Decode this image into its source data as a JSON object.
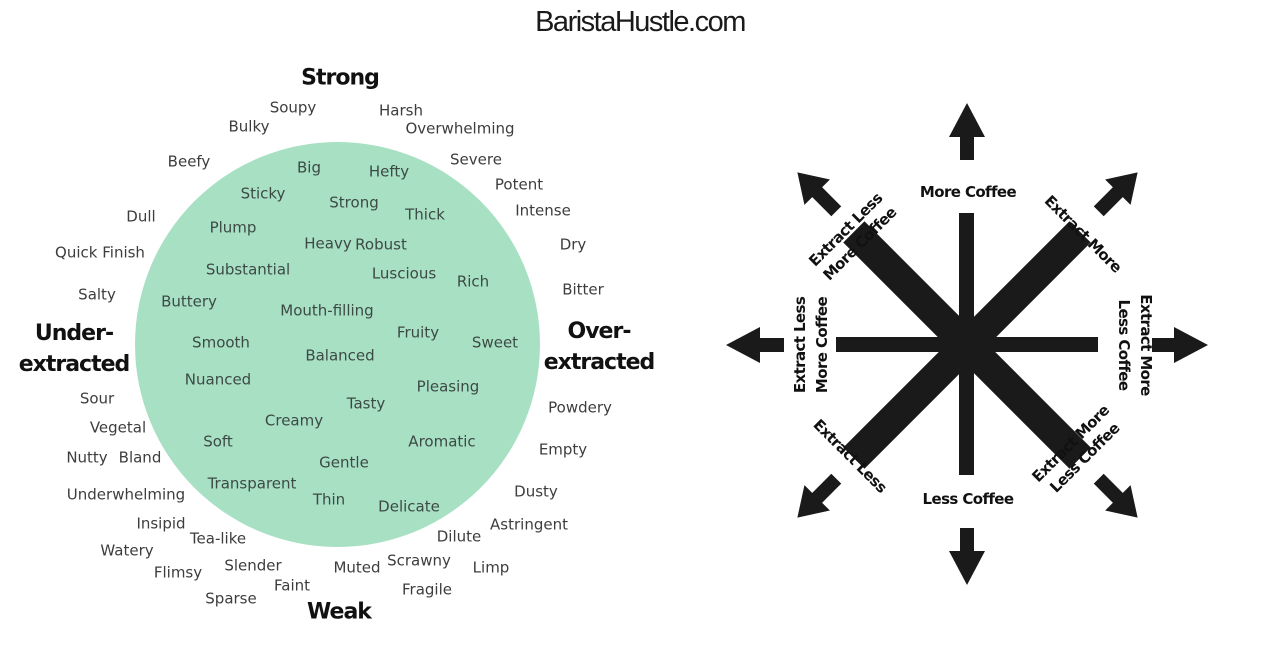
{
  "site_title": "BaristaHustle.com",
  "headings": {
    "strong": "Strong",
    "weak": "Weak",
    "under_1": "Under-",
    "under_2": "extracted",
    "over_1": "Over-",
    "over_2": "extracted"
  },
  "colors": {
    "circle": "#a8e0c4",
    "arrows": "#1a1a1a"
  },
  "inner_words": [
    {
      "id": "big",
      "text": "Big"
    },
    {
      "id": "hefty",
      "text": "Hefty"
    },
    {
      "id": "sticky",
      "text": "Sticky"
    },
    {
      "id": "strong",
      "text": "Strong"
    },
    {
      "id": "thick",
      "text": "Thick"
    },
    {
      "id": "plump",
      "text": "Plump"
    },
    {
      "id": "heavy",
      "text": "Heavy"
    },
    {
      "id": "robust",
      "text": "Robust"
    },
    {
      "id": "substantial",
      "text": "Substantial"
    },
    {
      "id": "luscious",
      "text": "Luscious"
    },
    {
      "id": "rich",
      "text": "Rich"
    },
    {
      "id": "buttery",
      "text": "Buttery"
    },
    {
      "id": "mouth-filling",
      "text": "Mouth-filling"
    },
    {
      "id": "fruity",
      "text": "Fruity"
    },
    {
      "id": "smooth",
      "text": "Smooth"
    },
    {
      "id": "sweet",
      "text": "Sweet"
    },
    {
      "id": "balanced",
      "text": "Balanced"
    },
    {
      "id": "nuanced",
      "text": "Nuanced"
    },
    {
      "id": "pleasing",
      "text": "Pleasing"
    },
    {
      "id": "tasty",
      "text": "Tasty"
    },
    {
      "id": "creamy",
      "text": "Creamy"
    },
    {
      "id": "soft",
      "text": "Soft"
    },
    {
      "id": "aromatic",
      "text": "Aromatic"
    },
    {
      "id": "gentle",
      "text": "Gentle"
    },
    {
      "id": "transparent",
      "text": "Transparent"
    },
    {
      "id": "thin",
      "text": "Thin"
    },
    {
      "id": "delicate",
      "text": "Delicate"
    }
  ],
  "outer_words": [
    {
      "id": "soupy",
      "text": "Soupy"
    },
    {
      "id": "harsh",
      "text": "Harsh"
    },
    {
      "id": "bulky",
      "text": "Bulky"
    },
    {
      "id": "overwhelming",
      "text": "Overwhelming"
    },
    {
      "id": "beefy",
      "text": "Beefy"
    },
    {
      "id": "severe",
      "text": "Severe"
    },
    {
      "id": "potent",
      "text": "Potent"
    },
    {
      "id": "intense",
      "text": "Intense"
    },
    {
      "id": "dull",
      "text": "Dull"
    },
    {
      "id": "dry",
      "text": "Dry"
    },
    {
      "id": "quick-finish",
      "text": "Quick Finish"
    },
    {
      "id": "bitter",
      "text": "Bitter"
    },
    {
      "id": "salty",
      "text": "Salty"
    },
    {
      "id": "sour",
      "text": "Sour"
    },
    {
      "id": "powdery",
      "text": "Powdery"
    },
    {
      "id": "vegetal",
      "text": "Vegetal"
    },
    {
      "id": "nutty",
      "text": "Nutty"
    },
    {
      "id": "bland",
      "text": "Bland"
    },
    {
      "id": "empty",
      "text": "Empty"
    },
    {
      "id": "underwhelming",
      "text": "Underwhelming"
    },
    {
      "id": "dusty",
      "text": "Dusty"
    },
    {
      "id": "insipid",
      "text": "Insipid"
    },
    {
      "id": "astringent",
      "text": "Astringent"
    },
    {
      "id": "tea-like",
      "text": "Tea-like"
    },
    {
      "id": "dilute",
      "text": "Dilute"
    },
    {
      "id": "watery",
      "text": "Watery"
    },
    {
      "id": "slender",
      "text": "Slender"
    },
    {
      "id": "scrawny",
      "text": "Scrawny"
    },
    {
      "id": "muted",
      "text": "Muted"
    },
    {
      "id": "limp",
      "text": "Limp"
    },
    {
      "id": "flimsy",
      "text": "Flimsy"
    },
    {
      "id": "faint",
      "text": "Faint"
    },
    {
      "id": "fragile",
      "text": "Fragile"
    },
    {
      "id": "sparse",
      "text": "Sparse"
    }
  ],
  "compass": {
    "up": "More Coffee",
    "down": "Less Coffee",
    "right_1": "Extract More",
    "right_2": "Less Coffee",
    "left_1": "Extract Less",
    "left_2": "More Coffee",
    "up_left_1": "Extract Less",
    "up_left_2": "More Coffee",
    "up_right": "Extract More",
    "down_left": "Extract Less",
    "down_right_1": "Extract More",
    "down_right_2": "Less Coffee"
  }
}
